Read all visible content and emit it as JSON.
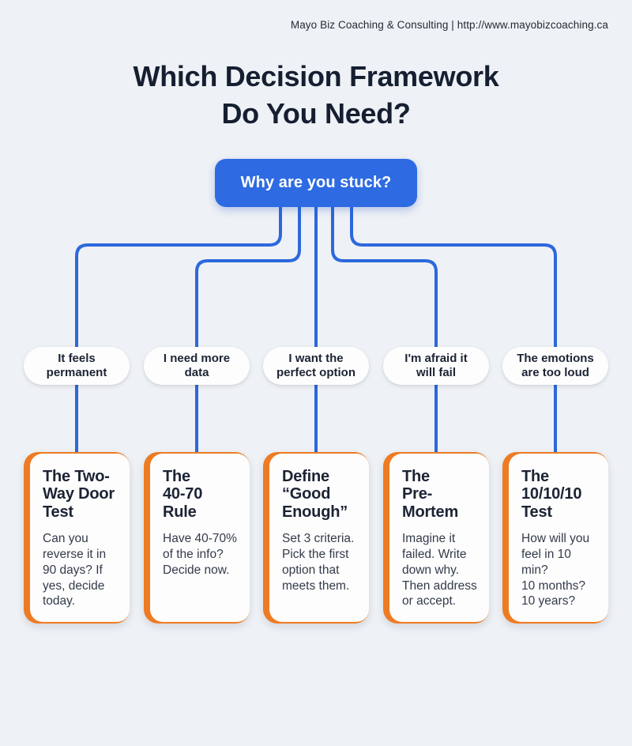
{
  "header": {
    "credit": "Mayo Biz Coaching & Consulting | http://www.mayobizcoaching.ca"
  },
  "title": "Which Decision Framework\nDo You Need?",
  "root": {
    "label": "Why are you stuck?"
  },
  "branches": [
    {
      "pill": "It feels\npermanent",
      "card_title": "The Two-\nWay Door\nTest",
      "card_body": "Can you\nreverse it in\n90 days? If\nyes, decide\ntoday."
    },
    {
      "pill": "I need more\ndata",
      "card_title": "The\n40-70\nRule",
      "card_body": "Have 40-70%\nof the info?\nDecide now."
    },
    {
      "pill": "I want the\nperfect option",
      "card_title": "Define\n“Good\nEnough”",
      "card_body": "Set 3 criteria.\nPick the first\noption that\nmeets them."
    },
    {
      "pill": "I'm afraid it\nwill fail",
      "card_title": "The\nPre-\nMortem",
      "card_body": "Imagine it\nfailed. Write\ndown why.\nThen address\nor accept."
    },
    {
      "pill": "The emotions\nare too loud",
      "card_title": "The\n10/10/10\nTest",
      "card_body": "How will you\nfeel in 10 min?\n10 months?\n10 years?"
    }
  ],
  "colors": {
    "background": "#eef1f5",
    "accent_blue": "#2e6be2",
    "connector_blue": "#2c68dc",
    "accent_orange": "#ee7b23",
    "heading_navy": "#1b2334",
    "body_gray": "#333b4a"
  }
}
